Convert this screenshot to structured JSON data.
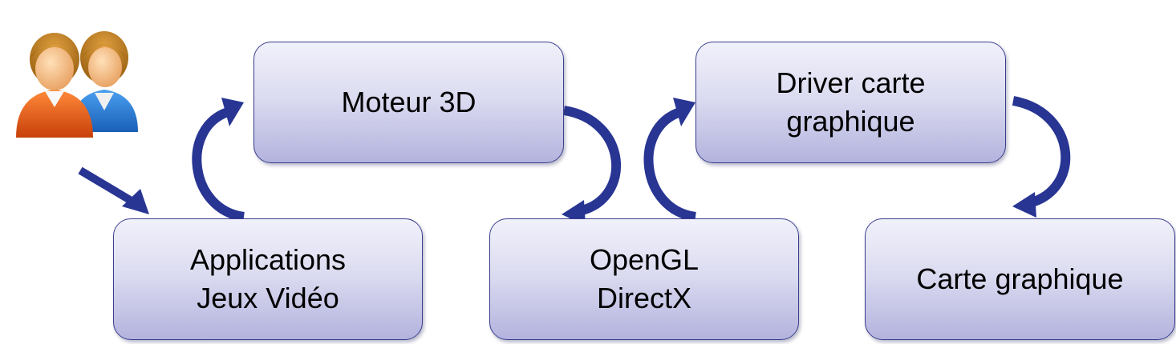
{
  "diagram": {
    "nodes": {
      "apps": {
        "line1": "Applications",
        "line2": "Jeux Vidéo"
      },
      "moteur": {
        "line1": "Moteur 3D"
      },
      "opengl": {
        "line1": "OpenGL",
        "line2": "DirectX"
      },
      "driver": {
        "line1": "Driver carte",
        "line2": "graphique"
      },
      "carte": {
        "line1": "Carte graphique"
      }
    },
    "icons": {
      "users": "users-icon"
    },
    "colors": {
      "arrow": "#283593",
      "box_border": "#3a3f8c",
      "box_top": "#f1f1fb",
      "box_bottom": "#b3b3de"
    }
  }
}
